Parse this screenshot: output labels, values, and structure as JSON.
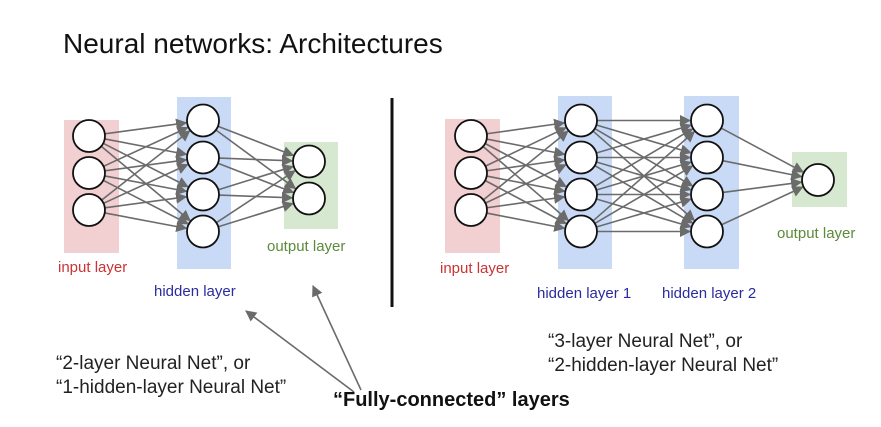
{
  "title": "Neural networks: Architectures",
  "colors": {
    "input_band": "#f2cfd0",
    "hidden_band": "#c9daf6",
    "output_band": "#d6e8cf",
    "input_label": "#cc3333",
    "hidden_label": "#2b2b9e",
    "output_label": "#5b8a3a",
    "edge": "#6b6b6b",
    "node_stroke": "#111111"
  },
  "networks": [
    {
      "name": "2-layer network",
      "layers": [
        {
          "kind": "input",
          "label": "input layer",
          "nodes": 3
        },
        {
          "kind": "hidden",
          "label": "hidden layer",
          "nodes": 4
        },
        {
          "kind": "output",
          "label": "output layer",
          "nodes": 2
        }
      ],
      "caption": [
        "“2-layer Neural Net”, or",
        "“1-hidden-layer Neural Net”"
      ]
    },
    {
      "name": "3-layer network",
      "layers": [
        {
          "kind": "input",
          "label": "input layer",
          "nodes": 3
        },
        {
          "kind": "hidden",
          "label": "hidden layer 1",
          "nodes": 4
        },
        {
          "kind": "hidden",
          "label": "hidden layer 2",
          "nodes": 4
        },
        {
          "kind": "output",
          "label": "output layer",
          "nodes": 1
        }
      ],
      "caption": [
        "“3-layer Neural Net”, or",
        "“2-hidden-layer Neural Net”"
      ]
    }
  ],
  "fully_connected_label": "“Fully-connected” layers"
}
